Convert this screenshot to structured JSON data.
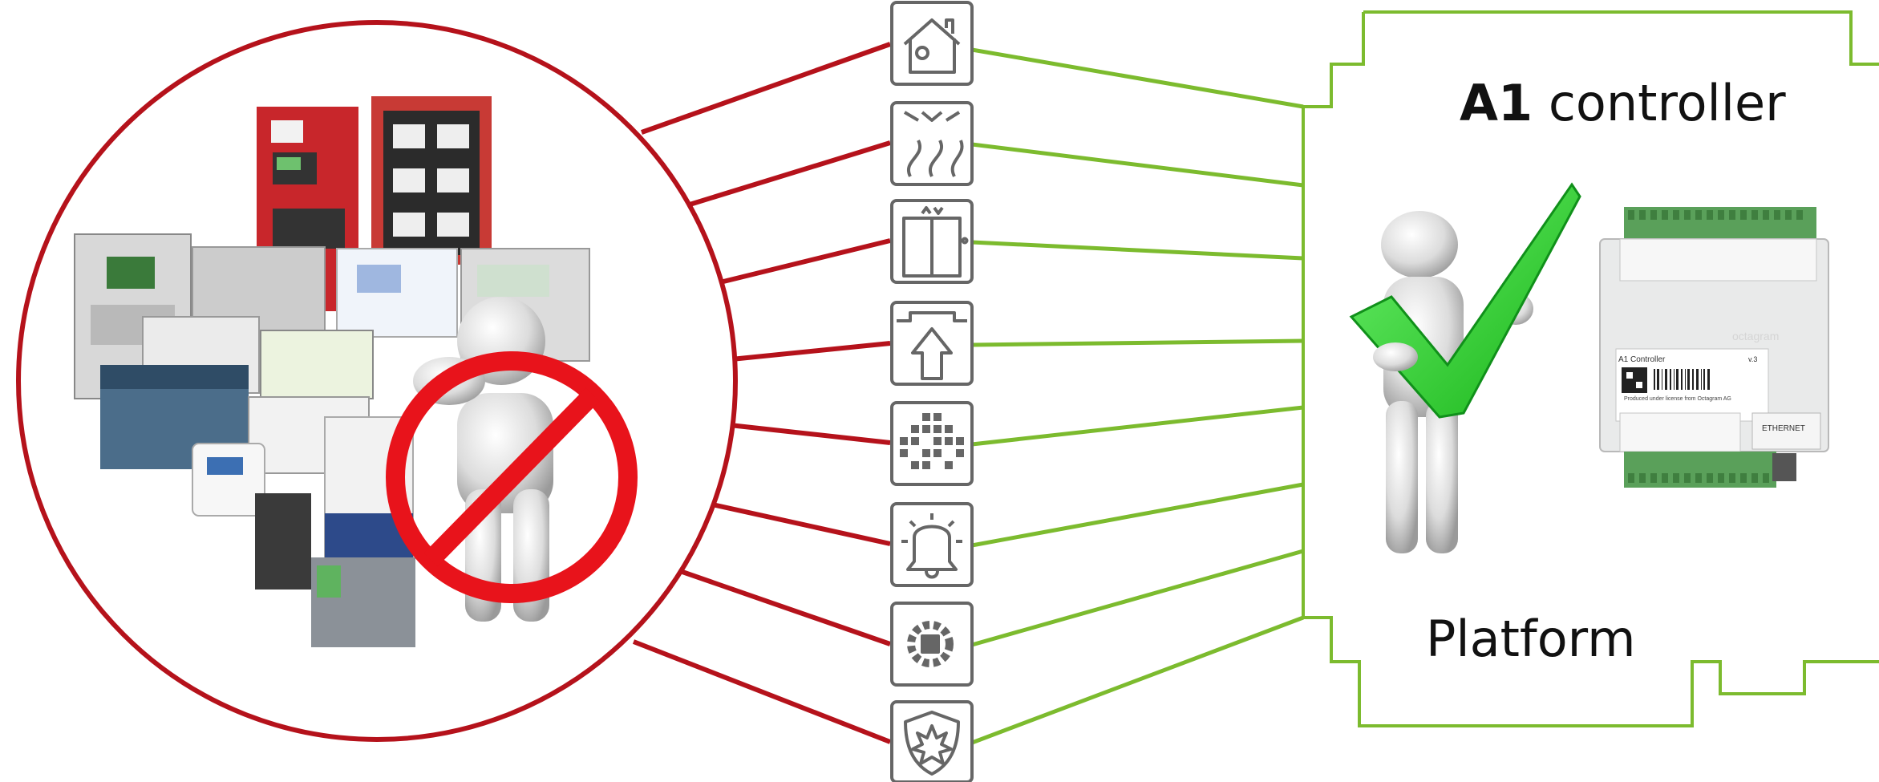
{
  "title": {
    "bold": "A1",
    "rest": " controller"
  },
  "platform_label": "Platform",
  "device": {
    "label": "A1 Controller",
    "version": "v.3",
    "ethernet": "ETHERNET",
    "produced": "Produced under license from Octagram AG",
    "brand": "octagram"
  },
  "icons": [
    "home-icon",
    "ventilation-icon",
    "elevator-icon",
    "evacuation-exit-icon",
    "building-facade-icon",
    "alarm-bell-icon",
    "processor-gear-icon",
    "security-shield-icon"
  ],
  "colors": {
    "legacy": "#b5121b",
    "platform": "#7cbb2e",
    "icon": "#666666",
    "check": "#2ecc40",
    "no_sign": "#e8131b"
  }
}
